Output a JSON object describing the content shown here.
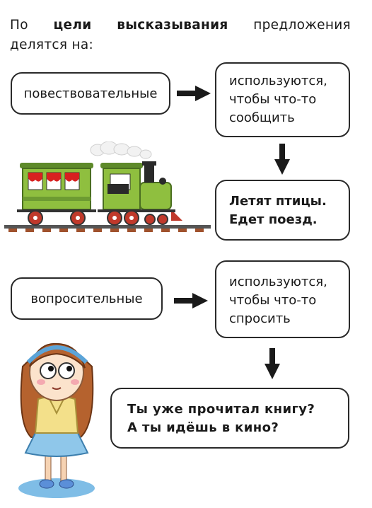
{
  "intro": {
    "w1": "По",
    "w2": "цели",
    "w3": "высказывания",
    "w4": "предложения",
    "line2": "делятся на:"
  },
  "types": {
    "narrative": {
      "label": "повествовательные",
      "purpose": [
        "используются,",
        "чтобы что-то",
        "сообщить"
      ],
      "examples": [
        "Летят птицы.",
        "Едет поезд."
      ]
    },
    "interrogative": {
      "label": "вопросительные",
      "purpose": [
        "используются,",
        "чтобы что-то",
        "спросить"
      ],
      "examples": [
        "Ты уже прочитал книгу?",
        "А ты идёшь в кино?"
      ]
    }
  },
  "colors": {
    "train_green": "#8fbf3f",
    "girl_hair": "#b5622e",
    "girl_skirt": "#8fc7ea",
    "headband": "#5ba4d8"
  },
  "icons": [
    "right-arrow-icon",
    "down-arrow-icon",
    "train-illustration",
    "girl-illustration"
  ]
}
